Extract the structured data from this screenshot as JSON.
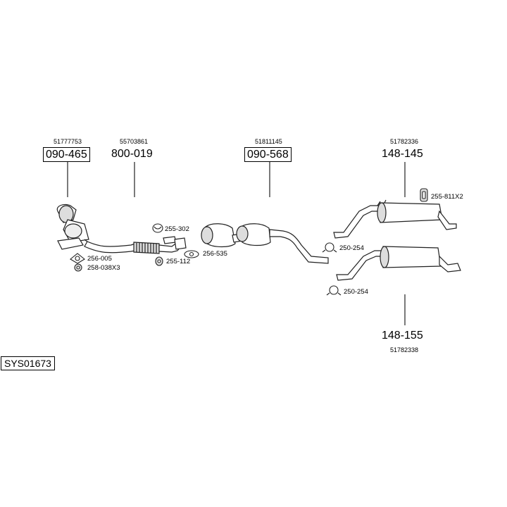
{
  "system_code": "SYS01673",
  "main_parts": [
    {
      "id": "p1",
      "oe": "51777753",
      "part": "090-465",
      "boxed": true
    },
    {
      "id": "p2",
      "oe": "55703861",
      "part": "800-019",
      "boxed": false
    },
    {
      "id": "p3",
      "oe": "51811145",
      "part": "090-568",
      "boxed": true
    },
    {
      "id": "p4",
      "oe": "51782336",
      "part": "148-145",
      "boxed": false
    },
    {
      "id": "p5",
      "oe": "51782338",
      "part": "148-155",
      "boxed": false
    }
  ],
  "accessories": [
    {
      "id": "a1",
      "code": "255-302"
    },
    {
      "id": "a2",
      "code": "256-535"
    },
    {
      "id": "a3",
      "code": "255-112"
    },
    {
      "id": "a4",
      "code": "256-005"
    },
    {
      "id": "a5",
      "code": "258-038X3"
    },
    {
      "id": "a6",
      "code": "250-254"
    },
    {
      "id": "a7",
      "code": "250-254"
    },
    {
      "id": "a8",
      "code": "255-811X2"
    }
  ],
  "colors": {
    "line": "#222222",
    "fill": "#ffffff",
    "shade": "#bbbbbb"
  }
}
